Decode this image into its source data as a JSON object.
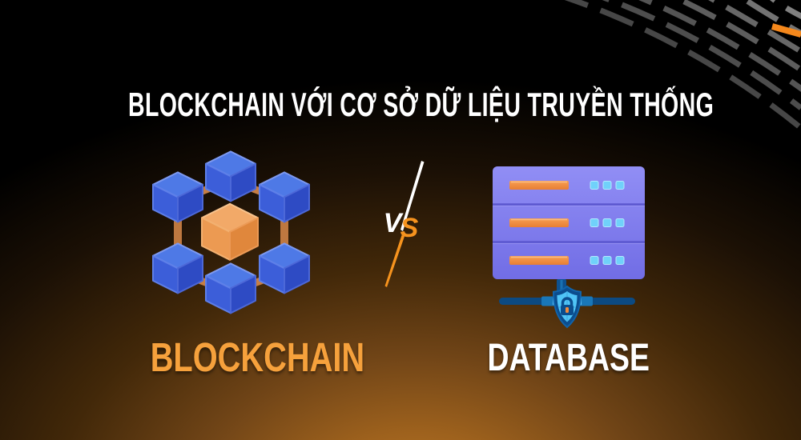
{
  "title": "BLOCKCHAIN VỚI CƠ SỞ DỮ LIỆU TRUYỀN THỐNG",
  "vs": {
    "v": "V",
    "s": "S"
  },
  "items": {
    "left": {
      "label": "BLOCKCHAIN",
      "icon": "blockchain-3d-cubes-icon",
      "label_color": "#F6A13C"
    },
    "right": {
      "label": "DATABASE",
      "icon": "database-server-shield-icon",
      "label_color": "#FFFFFF"
    }
  },
  "decoration": {
    "name": "dashed-arc-pattern",
    "dash_color": "#555555",
    "accent_dash_color": "#F5881C"
  },
  "colors": {
    "background_glow": "#B87426",
    "title": "#FFFFFF",
    "cube_blue_top": "#4E79E6",
    "cube_blue_left": "#3C5ED9",
    "cube_blue_right": "#2E4BC4",
    "cube_core_orange": "#EE9C52",
    "connector_rod": "#C67E44",
    "server_body": "#7E7AEE",
    "server_bar": "#F08A42",
    "server_indicator": "#70D1FA",
    "network_line": "#0C4A82",
    "shield_fill": "#4FC4F7",
    "shield_border": "#0B4D8E",
    "lock_keyhole": "#F08A3C",
    "vs_v": "#FFFFFF",
    "vs_s": "#F6931E"
  }
}
